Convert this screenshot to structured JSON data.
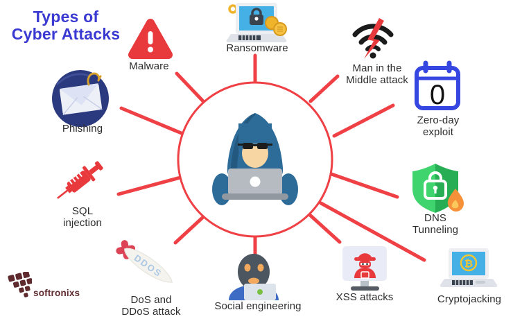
{
  "title": {
    "line1": "Types of",
    "line2": "Cyber Attacks"
  },
  "center_icon": "hooded-hacker-laptop-icon",
  "attacks": [
    {
      "id": "malware",
      "label_line1": "Malware",
      "icon": "warning-triangle-icon"
    },
    {
      "id": "ransomware",
      "label_line1": "Ransomware",
      "icon": "laptop-lock-coins-icon"
    },
    {
      "id": "mitm",
      "label_line1": "Man in the",
      "label_line2": "Middle attack",
      "icon": "wifi-lightning-icon"
    },
    {
      "id": "zeroday",
      "label_line1": "Zero-day",
      "label_line2": "exploit",
      "icon": "calendar-zero-icon"
    },
    {
      "id": "dns",
      "label_line1": "DNS",
      "label_line2": "Tunneling",
      "icon": "shield-lock-flame-icon"
    },
    {
      "id": "cryptojacking",
      "label_line1": "Cryptojacking",
      "icon": "laptop-bitcoin-icon"
    },
    {
      "id": "xss",
      "label_line1": "XSS attacks",
      "icon": "monitor-hacker-icon"
    },
    {
      "id": "social",
      "label_line1": "Social engineering",
      "icon": "masked-person-laptop-icon"
    },
    {
      "id": "ddos",
      "label_line1": "DoS and",
      "label_line2": "DDoS attack",
      "icon": "ddos-missile-icon"
    },
    {
      "id": "sql",
      "label_line1": "SQL",
      "label_line2": "injection",
      "icon": "syringe-icon"
    },
    {
      "id": "phishing",
      "label_line1": "Phishing",
      "icon": "envelope-hook-icon"
    }
  ],
  "icon_text": {
    "ddos": "DDOS",
    "zero_day": "0",
    "bitcoin": "₿"
  },
  "logo": {
    "text": "softronixs"
  },
  "colors": {
    "spoke_red": "#ef4045",
    "icon_red": "#e8393d",
    "title_blue": "#3a39d1",
    "label_dark": "#2d2d2d",
    "calendar_blue": "#3547e0",
    "shield_green_light": "#3fd46e",
    "shield_green_dark": "#27ae55",
    "flame_orange": "#f6913a",
    "gold": "#f0b42a",
    "screen_blue": "#45b0e5",
    "navy_circle": "#2b3a7e",
    "hood_blue": "#2d6b99",
    "logo_maroon": "#5e2a2e"
  }
}
